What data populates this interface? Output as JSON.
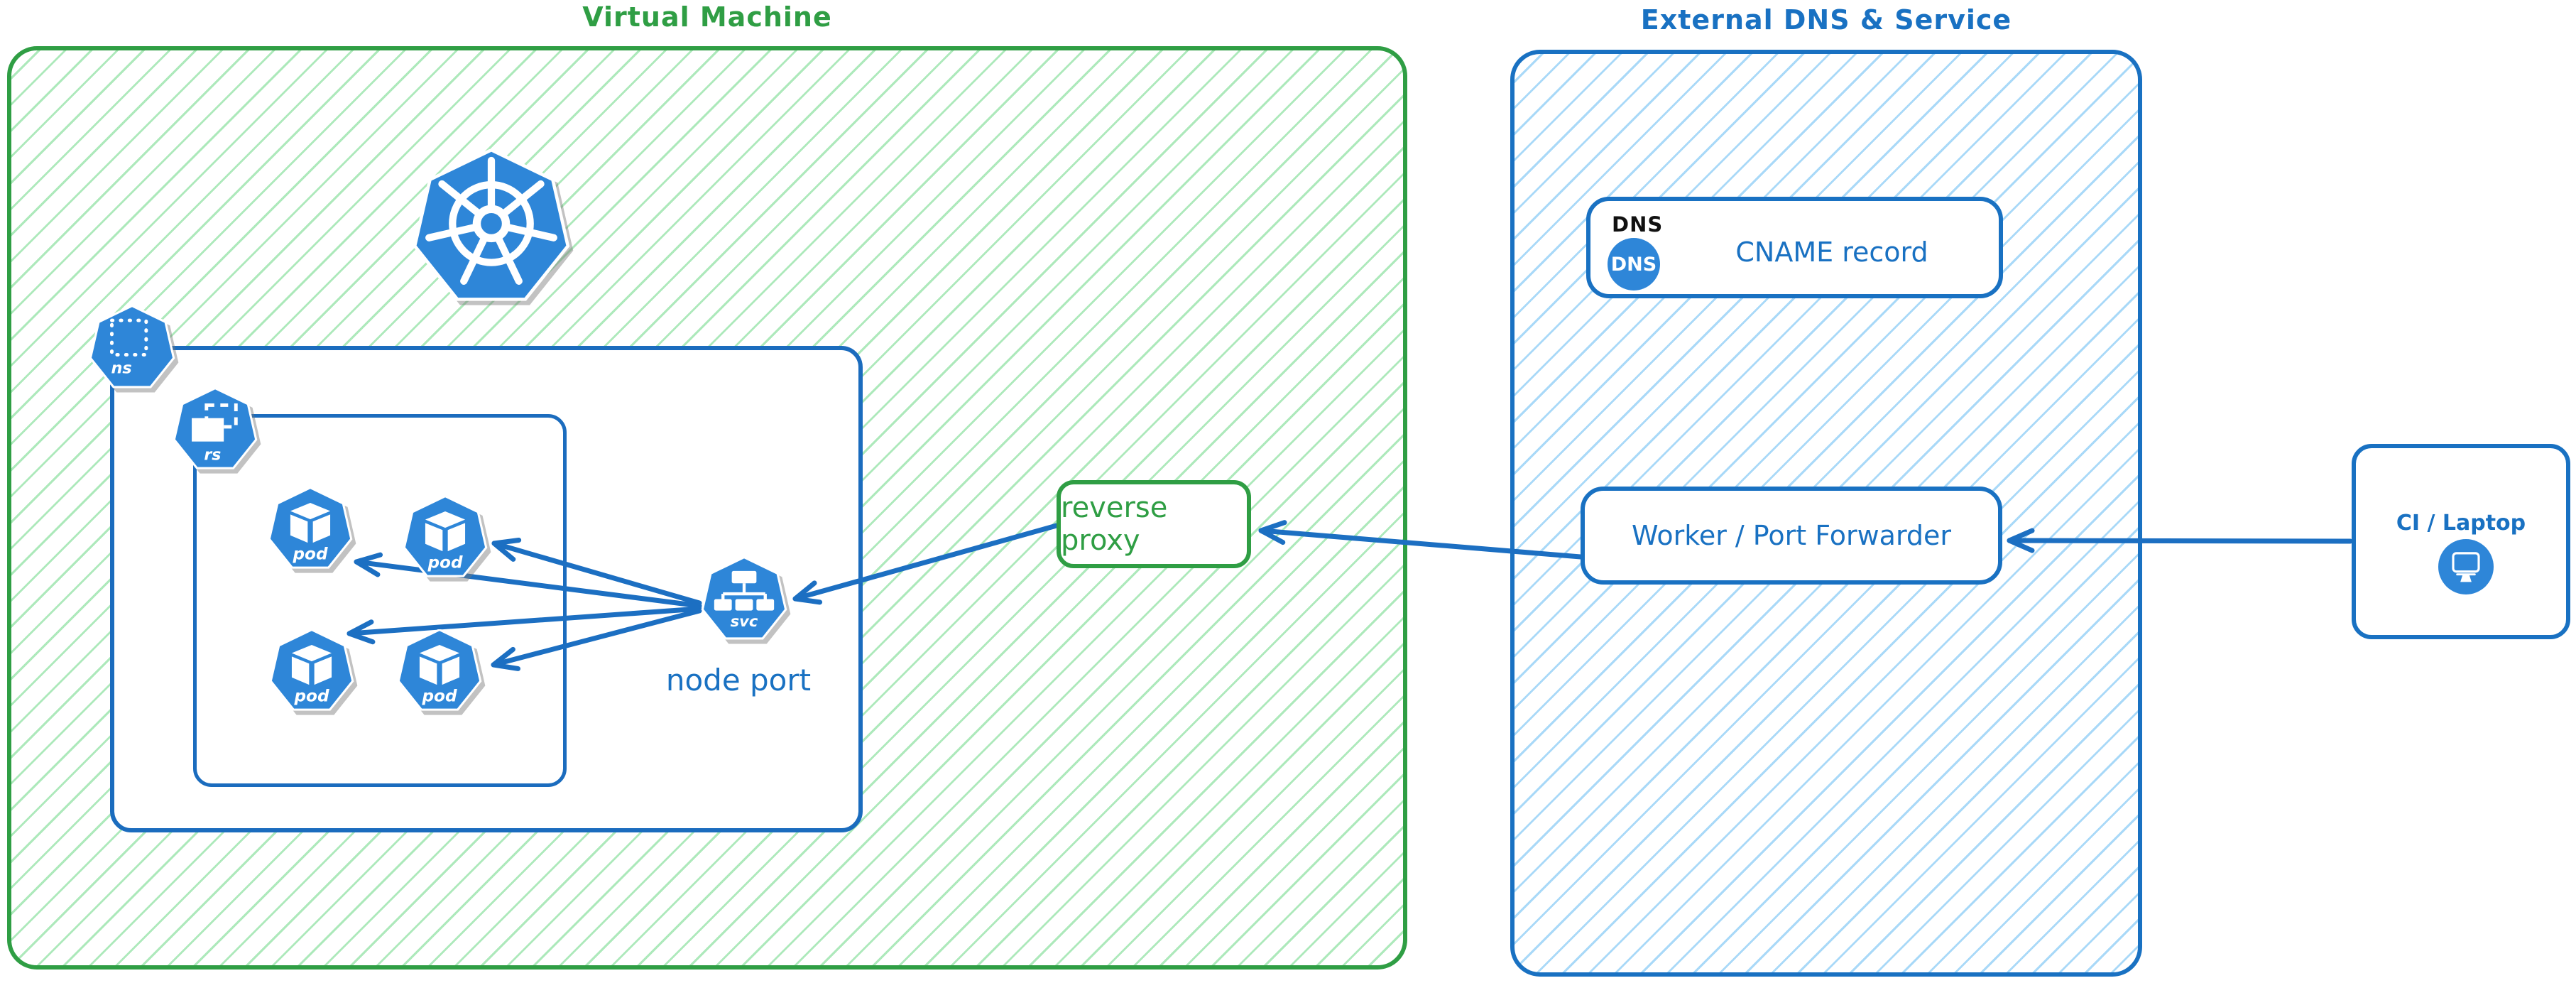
{
  "colors": {
    "green_stroke": "#2f9e44",
    "green_hatch": "#ade9bb",
    "blue_stroke": "#1971c2",
    "blue_hatch": "#a9d9f8",
    "icon_blue": "#2e86d8",
    "arrow_blue": "#1c6fc2",
    "tag_black": "#111111"
  },
  "groups": {
    "vm": {
      "title": "Virtual Machine"
    },
    "external": {
      "title": "External DNS & Service"
    }
  },
  "kubernetes": {
    "namespace_label": "ns",
    "replicaset_label": "rs",
    "service_label": "svc",
    "service_caption": "node port",
    "pods": [
      {
        "label": "pod"
      },
      {
        "label": "pod"
      },
      {
        "label": "pod"
      },
      {
        "label": "pod"
      }
    ]
  },
  "reverse_proxy": {
    "label": "reverse proxy"
  },
  "dns_card": {
    "tag": "DNS",
    "icon_text": "DNS",
    "label": "CNAME record"
  },
  "worker_card": {
    "label": "Worker / Port Forwarder"
  },
  "ci_card": {
    "label": "CI / Laptop"
  },
  "connections": [
    {
      "from": "ci-laptop",
      "to": "worker-port-forwarder"
    },
    {
      "from": "worker-port-forwarder",
      "to": "reverse-proxy"
    },
    {
      "from": "reverse-proxy",
      "to": "node-port-service"
    },
    {
      "from": "node-port-service",
      "to": "pod-1"
    },
    {
      "from": "node-port-service",
      "to": "pod-2"
    },
    {
      "from": "node-port-service",
      "to": "pod-3"
    },
    {
      "from": "node-port-service",
      "to": "pod-4"
    }
  ]
}
